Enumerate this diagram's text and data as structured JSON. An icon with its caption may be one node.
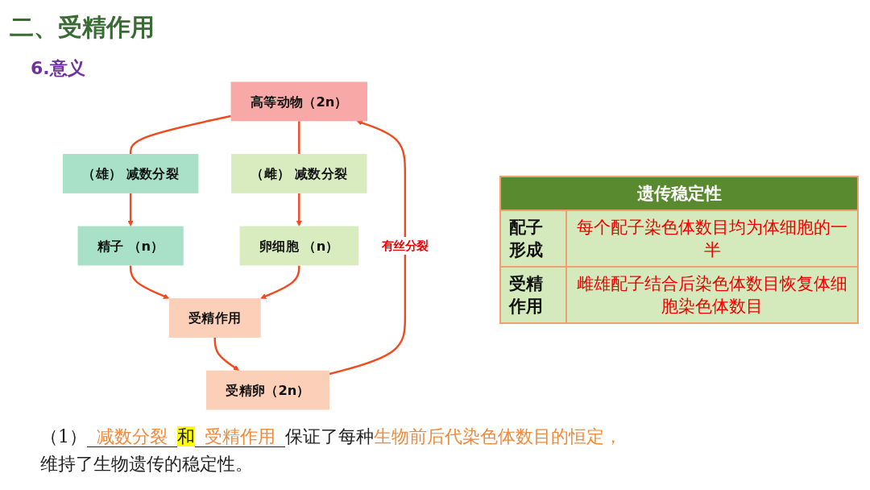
{
  "diagram": {
    "title": "二、受精作用",
    "nodes": [
      {
        "text": [
          "高等动物（2n）"
        ]
      },
      {
        "text": [
          "（雄） 减数分裂"
        ]
      },
      {
        "text": [
          "（雌） 减数分裂"
        ]
      },
      {
        "text": [
          "受精卵（2n）"
        ]
      },
      {
        "text": [
          "受精作用"
        ]
      },
      {
        "text": [
          "精子 （n）"
        ]
      },
      {
        "text": [
          "卵细胞 （n）"
        ]
      }
    ],
    "edges": [
      {
        "from": 0,
        "to": 1,
        "arrow": "none"
      },
      {
        "from": 0,
        "to": 2,
        "arrow": "none"
      },
      {
        "from": 1,
        "to": 5,
        "arrow": "to"
      },
      {
        "from": 2,
        "to": 6,
        "arrow": "to"
      },
      {
        "from": 5,
        "to": 4,
        "arrow": "to"
      },
      {
        "from": 6,
        "to": 4,
        "arrow": "to"
      },
      {
        "from": 4,
        "to": 3,
        "arrow": "to"
      },
      {
        "from": 3,
        "to": 0,
        "arrow": "to",
        "label": "有丝分裂"
      }
    ],
    "labels": [
      "6.意义",
      "遗传稳定性",
      "配子形成",
      "每个配子染色体数目均为体细胞的一半",
      "受精作用",
      "雌雄配子结合后染色体数目恢复体细胞染色体数目",
      "（1）",
      "减数分裂",
      "和",
      "受精作用",
      "保证了每种",
      "生物前后代染色体数目的恒定，",
      "维持了生物遗传的稳定性。"
    ]
  }
}
